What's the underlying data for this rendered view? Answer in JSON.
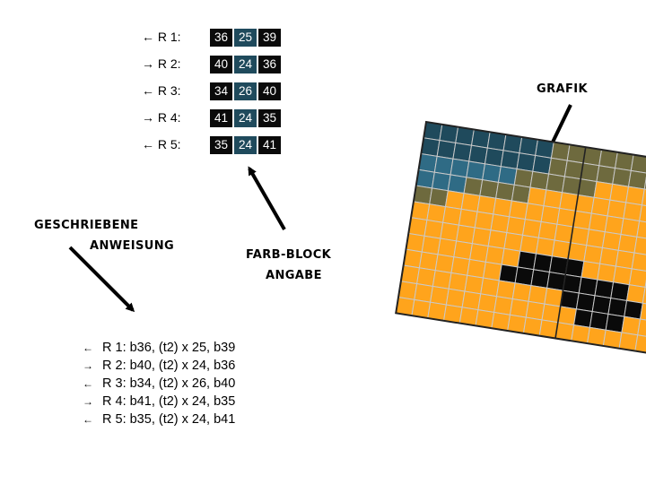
{
  "colors": {
    "black": "#0a0a0a",
    "teal": "#1f4a5c",
    "teal_light": "#2f6b85",
    "olive": "#6e6a3e",
    "orange": "#ffa41c",
    "grid_line": "#c9c9c9"
  },
  "block_rows": [
    {
      "label": "← R 1:",
      "cells": [
        {
          "text": "36",
          "color": "black"
        },
        {
          "text": "25",
          "color": "teal"
        },
        {
          "text": "39",
          "color": "black"
        }
      ]
    },
    {
      "label": "→ R 2:",
      "cells": [
        {
          "text": "40",
          "color": "black"
        },
        {
          "text": "24",
          "color": "teal"
        },
        {
          "text": "36",
          "color": "black"
        }
      ]
    },
    {
      "label": "← R 3:",
      "cells": [
        {
          "text": "34",
          "color": "black"
        },
        {
          "text": "26",
          "color": "teal"
        },
        {
          "text": "40",
          "color": "black"
        }
      ]
    },
    {
      "label": "→ R 4:",
      "cells": [
        {
          "text": "41",
          "color": "black"
        },
        {
          "text": "24",
          "color": "teal"
        },
        {
          "text": "35",
          "color": "black"
        }
      ]
    },
    {
      "label": "← R 5:",
      "cells": [
        {
          "text": "35",
          "color": "black"
        },
        {
          "text": "24",
          "color": "teal"
        },
        {
          "text": "41",
          "color": "black"
        }
      ]
    }
  ],
  "callouts": {
    "grafik": "GRAFIK",
    "written_line1": "GESCHRIEBENE",
    "written_line2": "ANWEISUNG",
    "block_line1": "FARB-BLOCK",
    "block_line2": "ANGABE"
  },
  "written_rows": [
    {
      "arrow": "←",
      "text": "R 1: b36, (t2) x 25, b39"
    },
    {
      "arrow": "→",
      "text": "R 2: b40, (t2) x 24, b36"
    },
    {
      "arrow": "←",
      "text": "R 3: b34, (t2) x 26, b40"
    },
    {
      "arrow": "→",
      "text": "R 4: b41, (t2) x 24, b35"
    },
    {
      "arrow": "←",
      "text": "R 5: b35, (t2) x 24, b41"
    }
  ]
}
